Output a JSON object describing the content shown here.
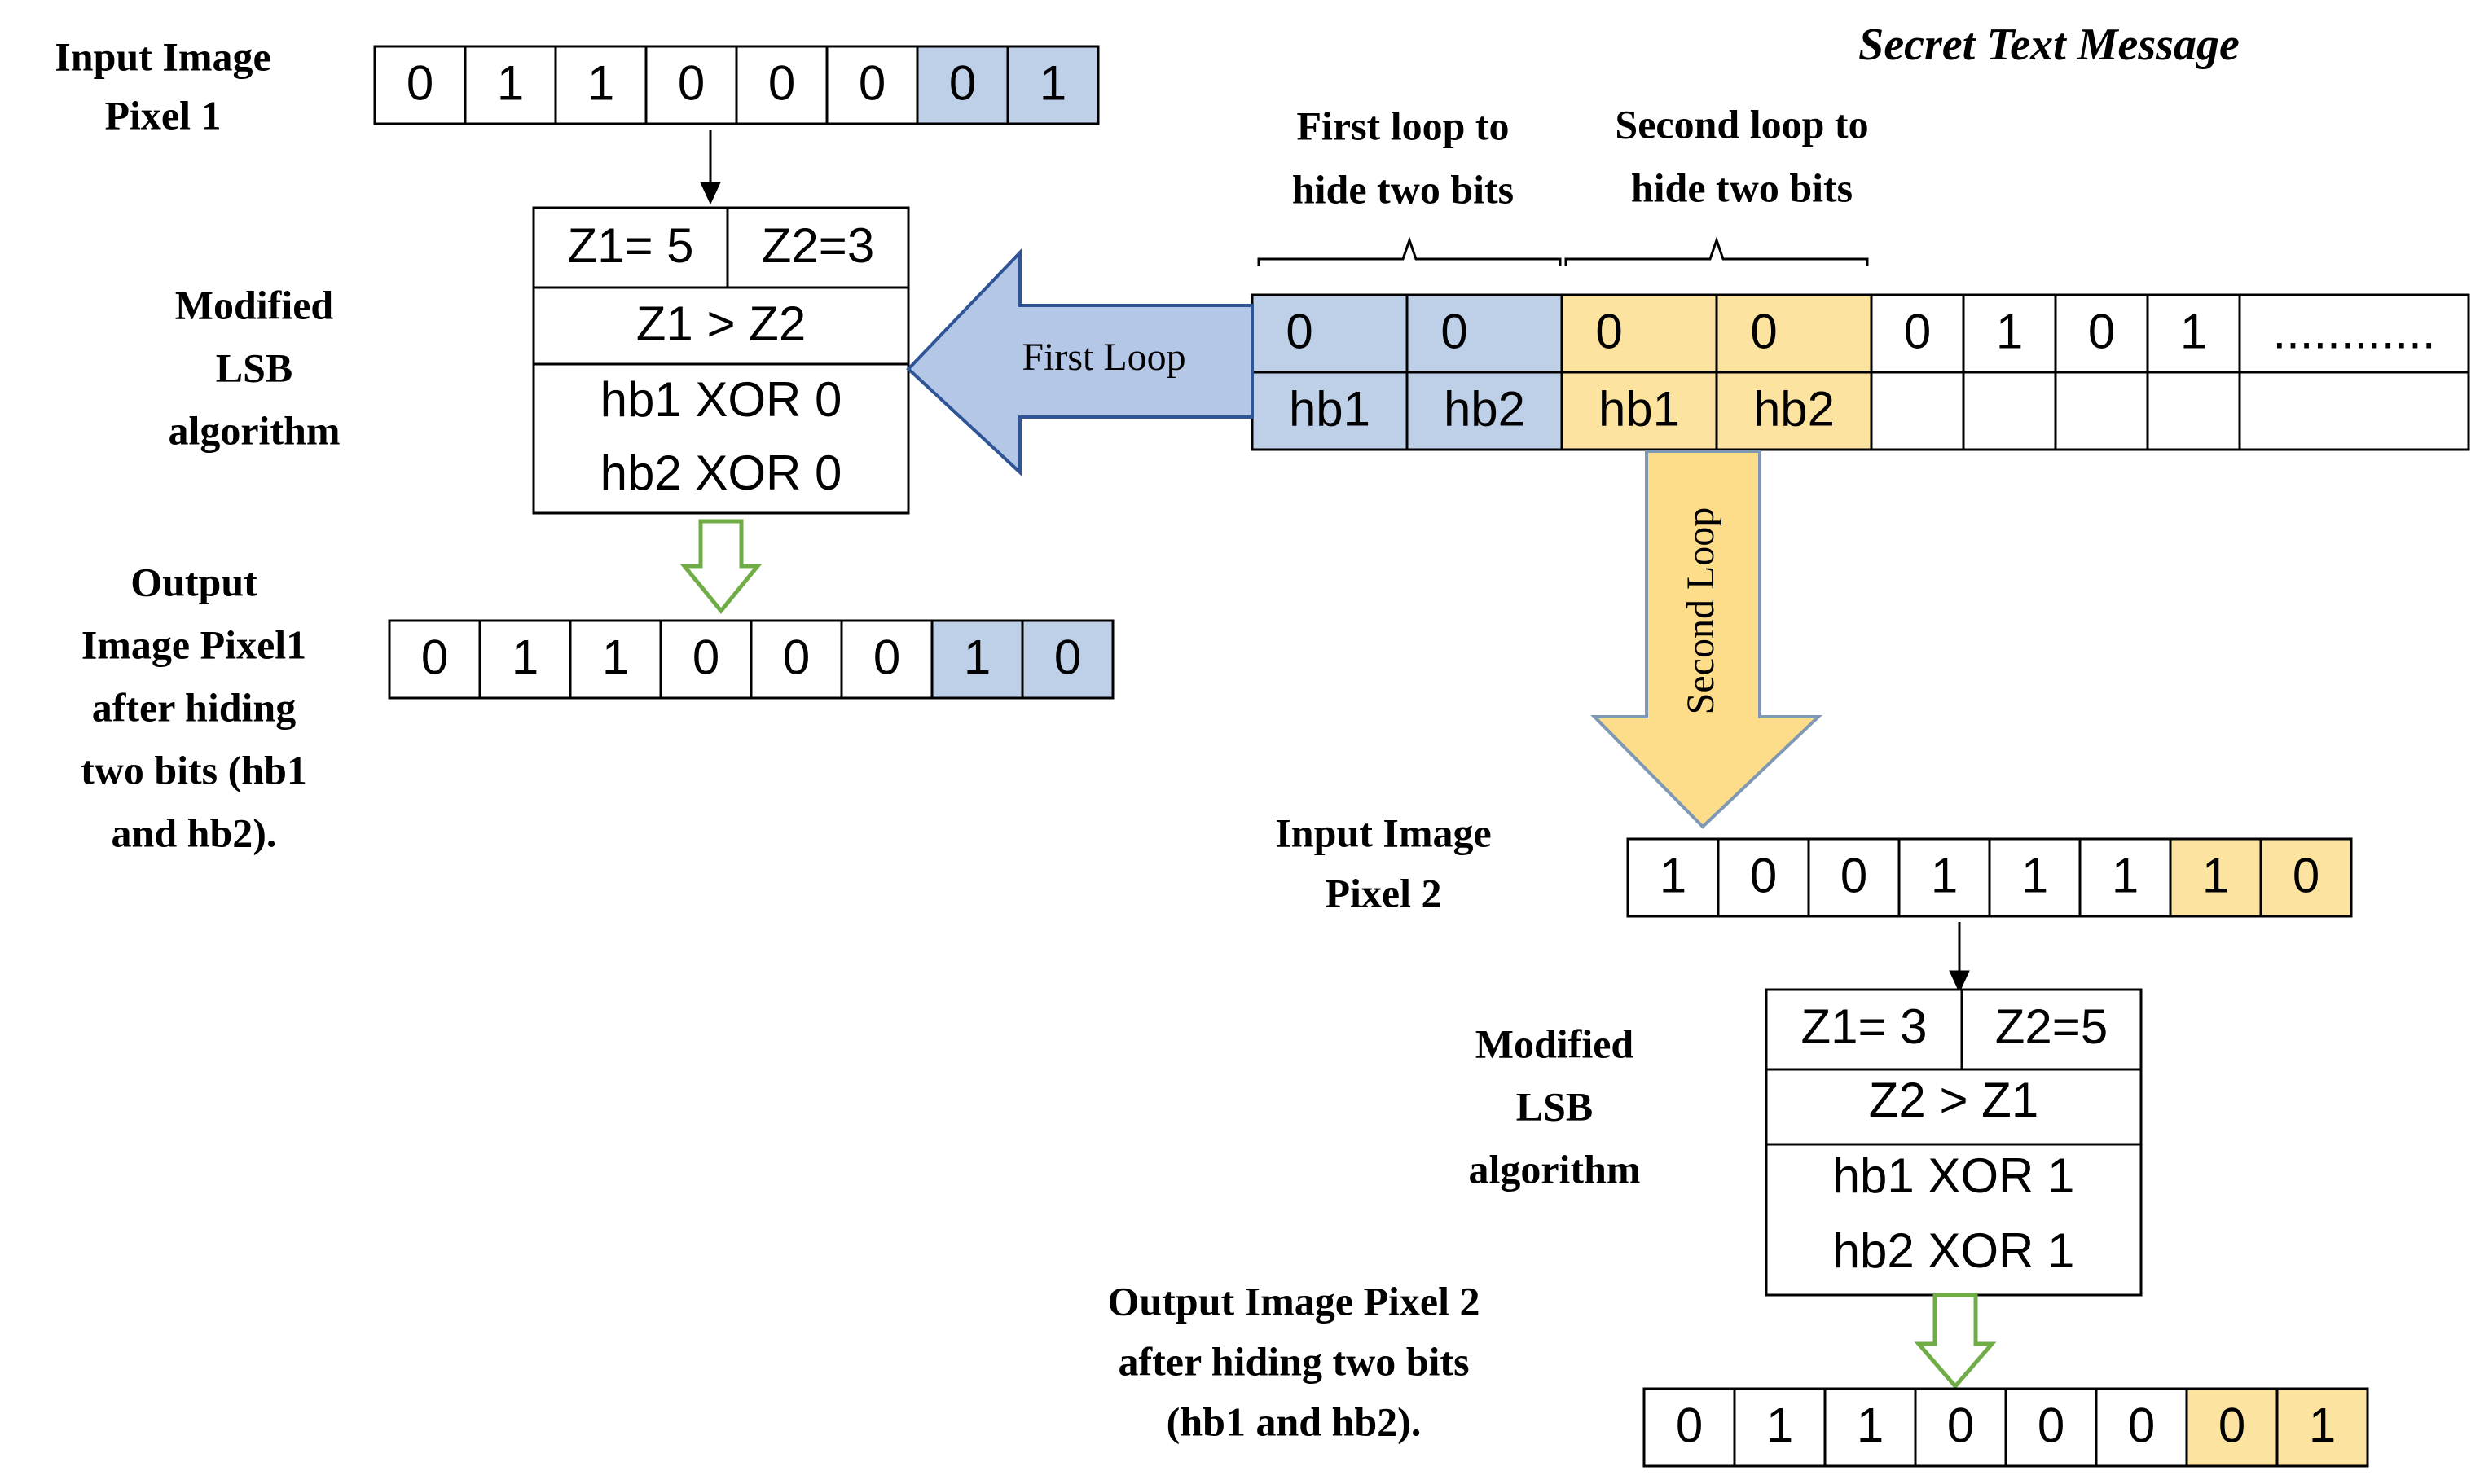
{
  "colors": {
    "blue": "#bed0e8",
    "yellow": "#fde3a0",
    "stroke": "#000000",
    "blue_arrow_fill": "#b4c7e7",
    "blue_arrow_stroke": "#2f5597",
    "yellow_arrow_fill": "#fedd8a",
    "yellow_arrow_stroke": "#7f98b3",
    "green_arrow": "#70ad47"
  },
  "labels": {
    "input_pixel1": [
      "Input Image",
      "Pixel 1"
    ],
    "modified_lsb_1": [
      "Modified",
      "LSB",
      "algorithm"
    ],
    "output_pixel1": [
      "Output",
      "Image Pixel1",
      "after hiding",
      "two bits (hb1",
      "and hb2)."
    ],
    "secret_title": "Secret Text Message",
    "first_loop_caption": [
      "First loop to",
      "hide two bits"
    ],
    "second_loop_caption": [
      "Second loop to",
      "hide two bits"
    ],
    "input_pixel2": [
      "Input Image",
      "Pixel 2"
    ],
    "modified_lsb_2": [
      "Modified",
      "LSB",
      "algorithm"
    ],
    "output_pixel2": [
      "Output Image Pixel 2",
      "after hiding two bits",
      "(hb1 and hb2)."
    ]
  },
  "input_pixel1_bits": [
    "0",
    "1",
    "1",
    "0",
    "0",
    "0",
    "0",
    "1"
  ],
  "output_pixel1_bits": [
    "0",
    "1",
    "1",
    "0",
    "0",
    "0",
    "1",
    "0"
  ],
  "input_pixel2_bits": [
    "1",
    "0",
    "0",
    "1",
    "1",
    "1",
    "1",
    "0"
  ],
  "output_pixel2_bits": [
    "0",
    "1",
    "1",
    "0",
    "0",
    "0",
    "0",
    "1"
  ],
  "algo1": {
    "z1": "Z1= 5",
    "z2": "Z2=3",
    "cmp": "Z1 > Z2",
    "op1": "hb1 XOR  0",
    "op2": "hb2 XOR 0"
  },
  "algo2": {
    "z1": "Z1= 3",
    "z2": "Z2=5",
    "cmp": "Z2 > Z1",
    "op1": "hb1 XOR  1",
    "op2": "hb2 XOR 1"
  },
  "message": {
    "bits": [
      "0",
      "0",
      "0",
      "0",
      "0",
      "1",
      "0",
      "1",
      "............"
    ],
    "hb_labels": [
      "hb1",
      "hb2",
      "hb1",
      "hb2"
    ]
  },
  "arrows": {
    "first_loop": "First Loop",
    "second_loop": "Second Loop"
  }
}
